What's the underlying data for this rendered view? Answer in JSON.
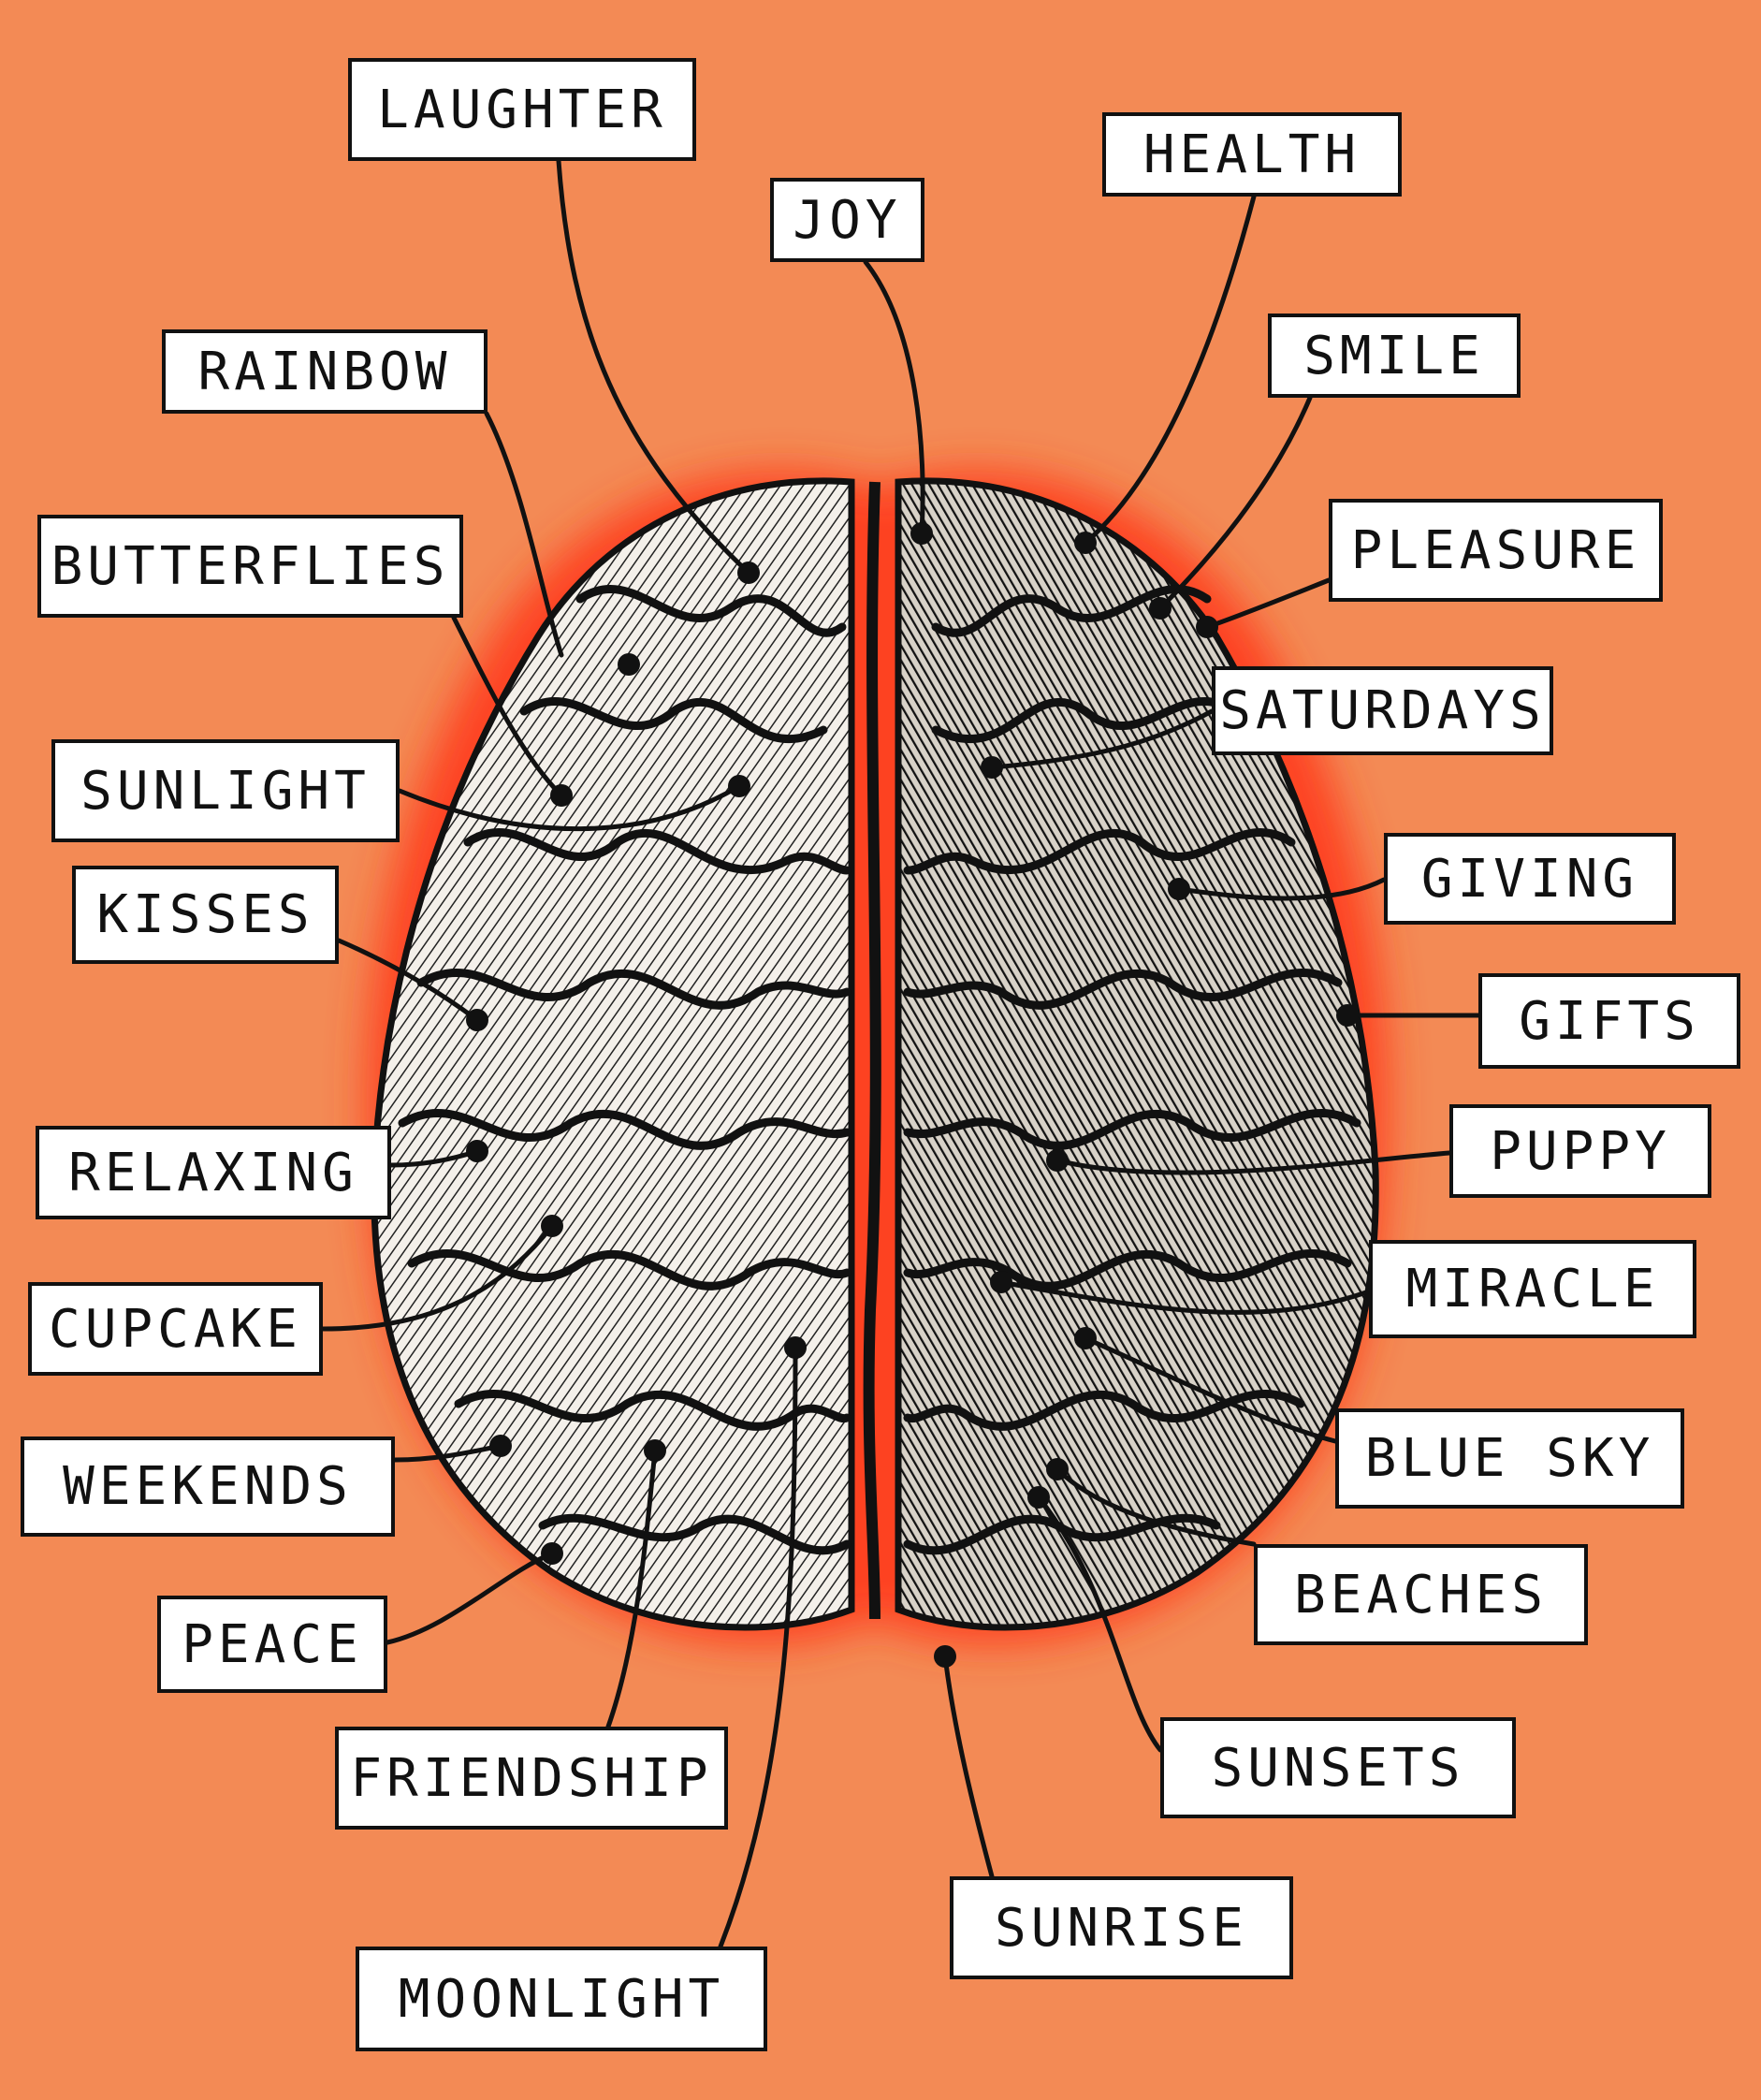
{
  "diagram": {
    "subject": "brain",
    "colors": {
      "background": "#f38a55",
      "glow": "#ff3a1a",
      "label_fill": "#ffffff",
      "ink": "#111111"
    },
    "labels": [
      {
        "id": "laughter",
        "text": "LAUGHTER"
      },
      {
        "id": "joy",
        "text": "JOY"
      },
      {
        "id": "health",
        "text": "HEALTH"
      },
      {
        "id": "rainbow",
        "text": "RAINBOW"
      },
      {
        "id": "smile",
        "text": "SMILE"
      },
      {
        "id": "butterflies",
        "text": "BUTTERFLIES"
      },
      {
        "id": "pleasure",
        "text": "PLEASURE"
      },
      {
        "id": "saturdays",
        "text": "SATURDAYS"
      },
      {
        "id": "sunlight",
        "text": "SUNLIGHT"
      },
      {
        "id": "giving",
        "text": "GIVING"
      },
      {
        "id": "kisses",
        "text": "KISSES"
      },
      {
        "id": "gifts",
        "text": "GIFTS"
      },
      {
        "id": "relaxing",
        "text": "RELAXING"
      },
      {
        "id": "puppy",
        "text": "PUPPY"
      },
      {
        "id": "cupcake",
        "text": "CUPCAKE"
      },
      {
        "id": "miracle",
        "text": "MIRACLE"
      },
      {
        "id": "weekends",
        "text": "WEEKENDS"
      },
      {
        "id": "blue-sky",
        "text": "BLUE SKY"
      },
      {
        "id": "beaches",
        "text": "BEACHES"
      },
      {
        "id": "peace",
        "text": "PEACE"
      },
      {
        "id": "friendship",
        "text": "FRIENDSHIP"
      },
      {
        "id": "sunsets",
        "text": "SUNSETS"
      },
      {
        "id": "sunrise",
        "text": "SUNRISE"
      },
      {
        "id": "moonlight",
        "text": "MOONLIGHT"
      }
    ]
  }
}
